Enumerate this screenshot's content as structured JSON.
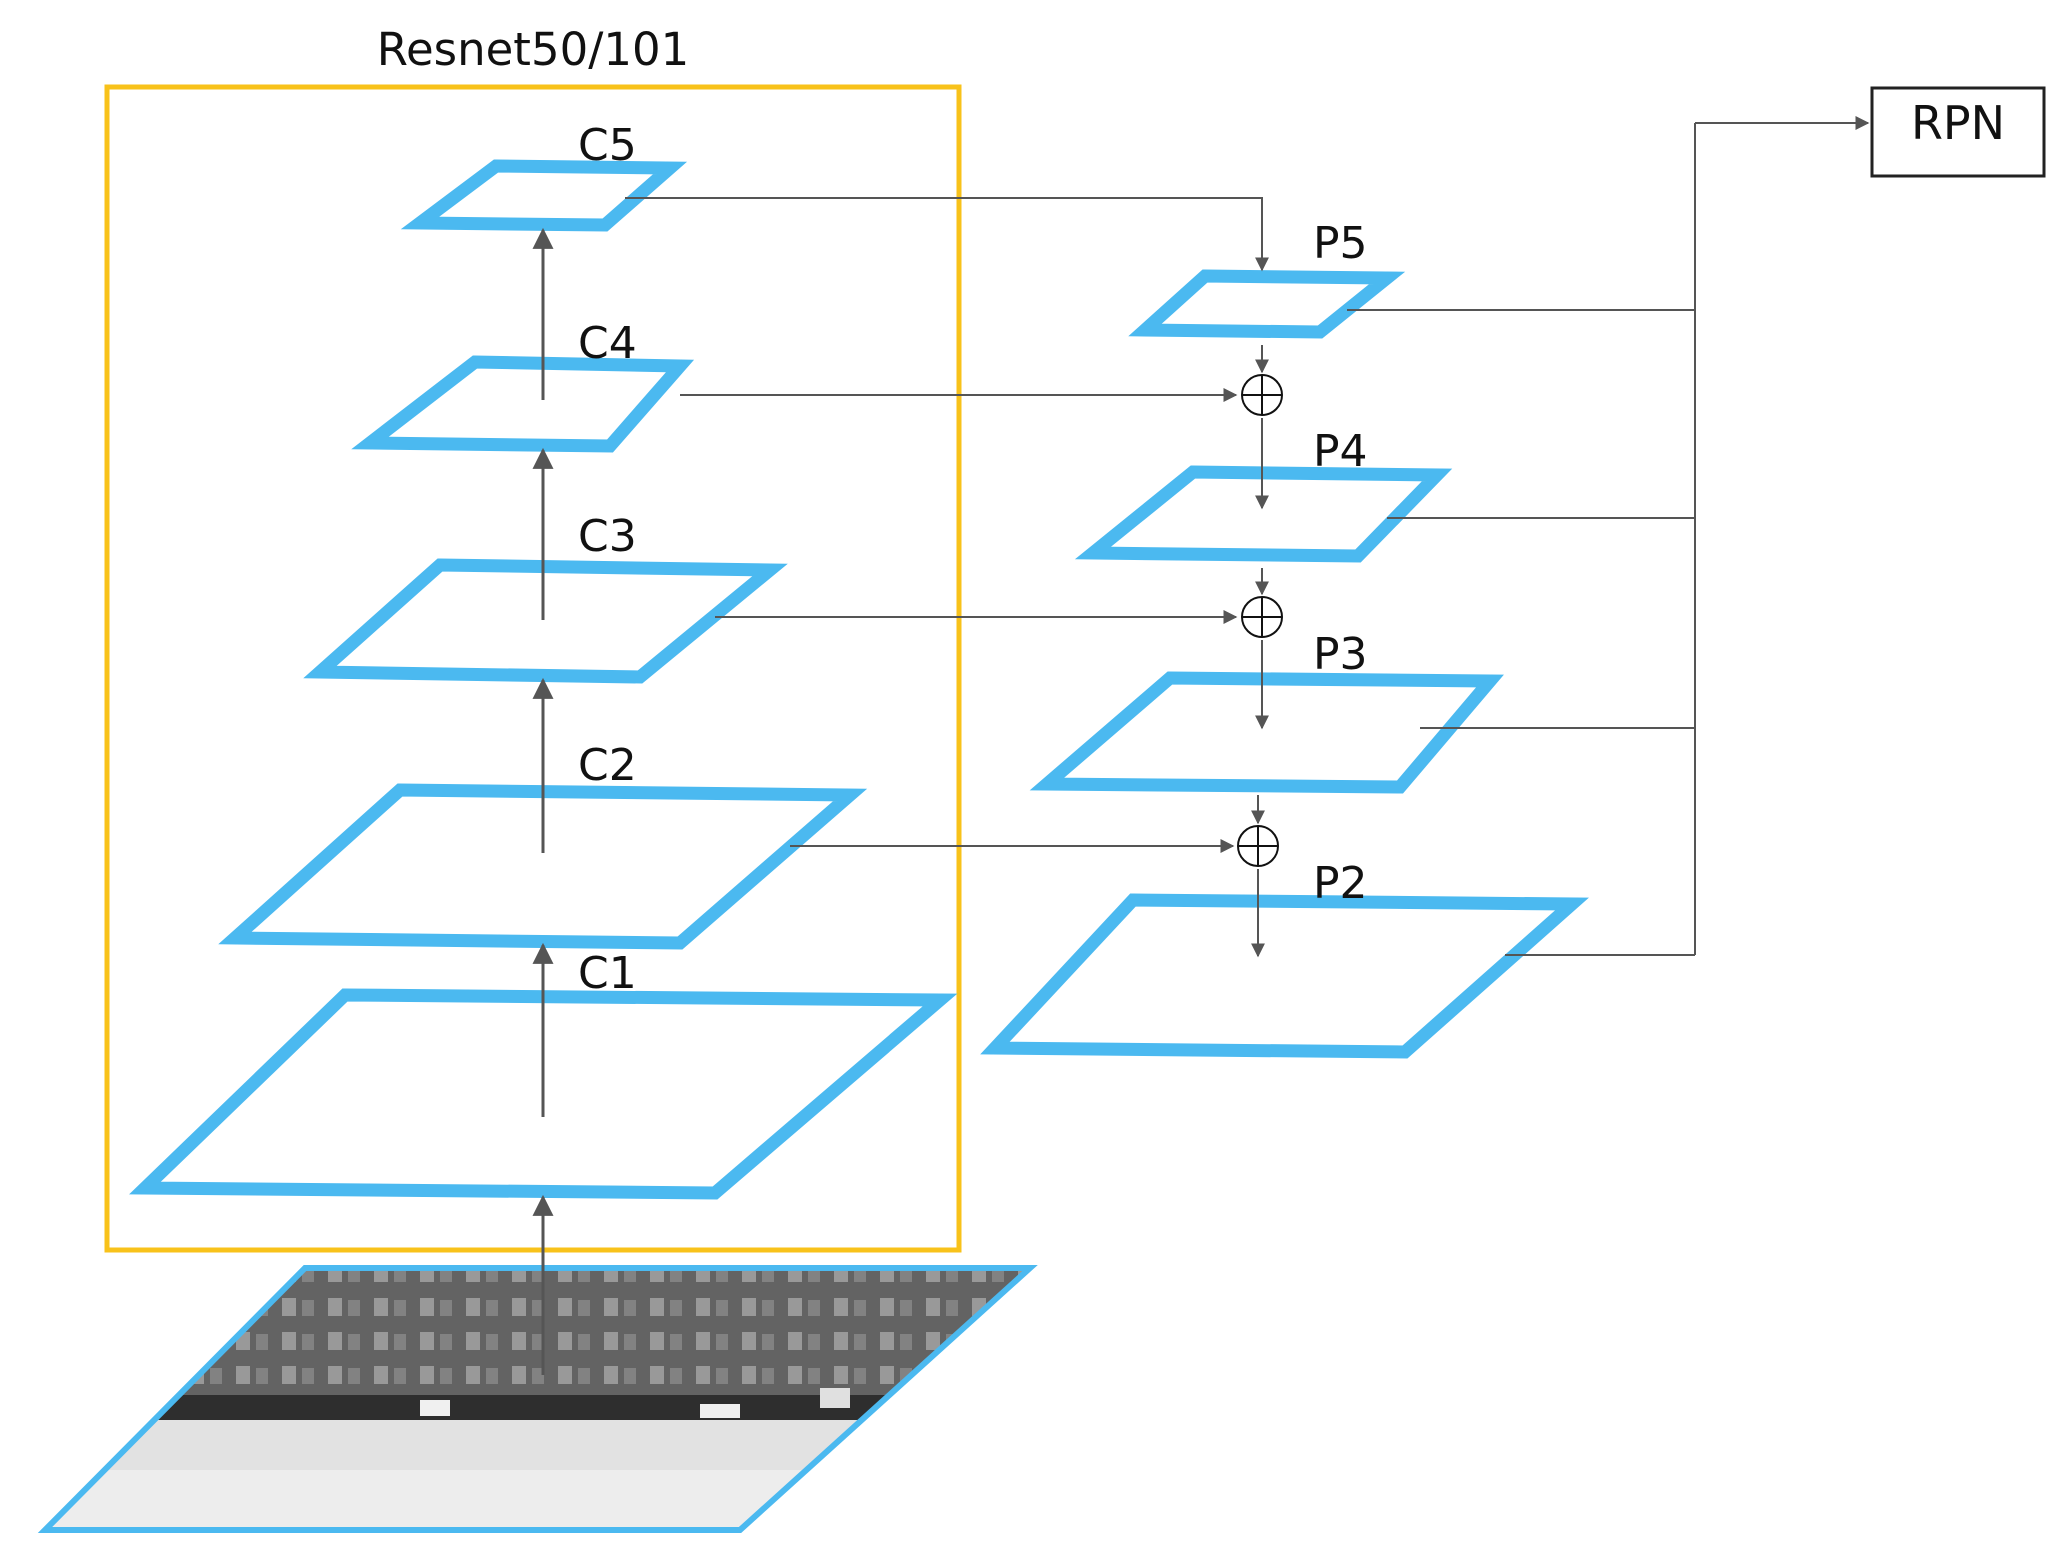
{
  "backbone": {
    "title": "Resnet50/101",
    "border_color": "#f8c21a"
  },
  "bottom_up_layers": [
    {
      "label": "C1"
    },
    {
      "label": "C2"
    },
    {
      "label": "C3"
    },
    {
      "label": "C4"
    },
    {
      "label": "C5"
    }
  ],
  "top_down_layers": [
    {
      "label": "P5"
    },
    {
      "label": "P4"
    },
    {
      "label": "P3"
    },
    {
      "label": "P2"
    }
  ],
  "output": {
    "label": "RPN"
  },
  "input_image": {
    "description_icon": "street-scene-image"
  },
  "colors": {
    "feature_map": "#4bb9f0",
    "connector": "#555555"
  }
}
